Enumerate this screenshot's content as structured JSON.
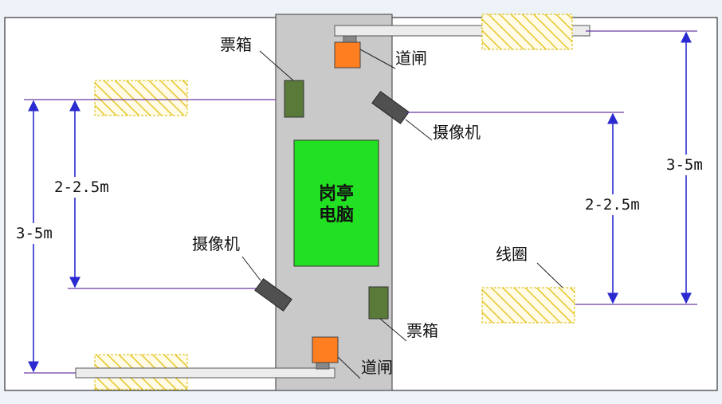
{
  "colors": {
    "background": "#eef3fa",
    "booth": "#c9c9c9",
    "computer": "#22e022",
    "ticket_box": "#5a7a3a",
    "barrier_gate": "#ff7e1f",
    "camera": "#505050",
    "coil_stripe": "#e6c62c",
    "arrow": "#2a2ad0",
    "leader_line": "#6a3aa5"
  },
  "labels": {
    "booth_computer_line1": "岗亭",
    "booth_computer_line2": "电脑",
    "ticket_box_top": "票箱",
    "ticket_box_bottom": "票箱",
    "barrier_gate_top": "道闸",
    "barrier_gate_bottom": "道闸",
    "camera_top": "摄像机",
    "camera_bottom": "摄像机",
    "coil": "线圈"
  },
  "dimensions": {
    "left_outer": "3-5m",
    "left_inner": "2-2.5m",
    "right_inner": "2-2.5m",
    "right_outer": "3-5m"
  }
}
